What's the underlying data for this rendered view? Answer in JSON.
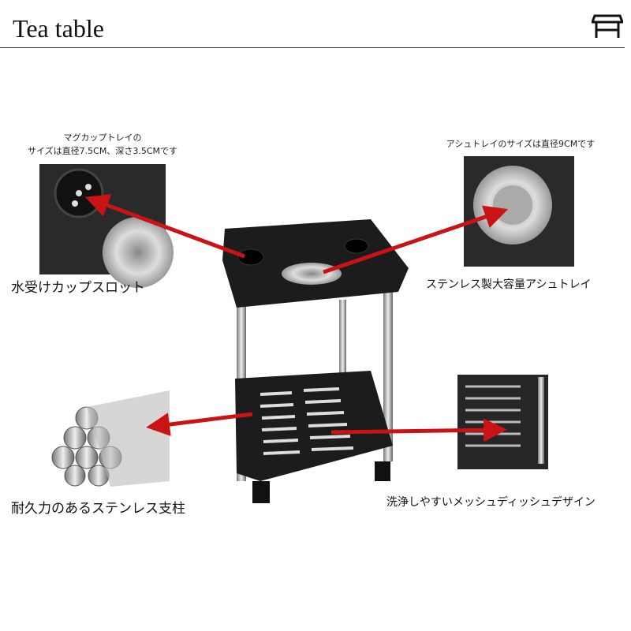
{
  "header": {
    "title": "Tea table",
    "icon": "table-icon"
  },
  "callouts": {
    "cup_caption_1": "マグカップトレイの",
    "cup_caption_2": "サイズは直径7.5CM、深さ3.5CMです",
    "ash_caption": "アシュトレイのサイズは直径9CMです",
    "cup_slot": "水受けカップスロット",
    "ashtray": "ステンレス製大容量アシュトレイ",
    "pillar": "耐久力のあるステンレス支柱",
    "mesh": "洗浄しやすいメッシュディッシュデザイン"
  },
  "colors": {
    "arrow": "#c81414",
    "table": "#1c1c1e",
    "steel": "#b8bcc0"
  }
}
